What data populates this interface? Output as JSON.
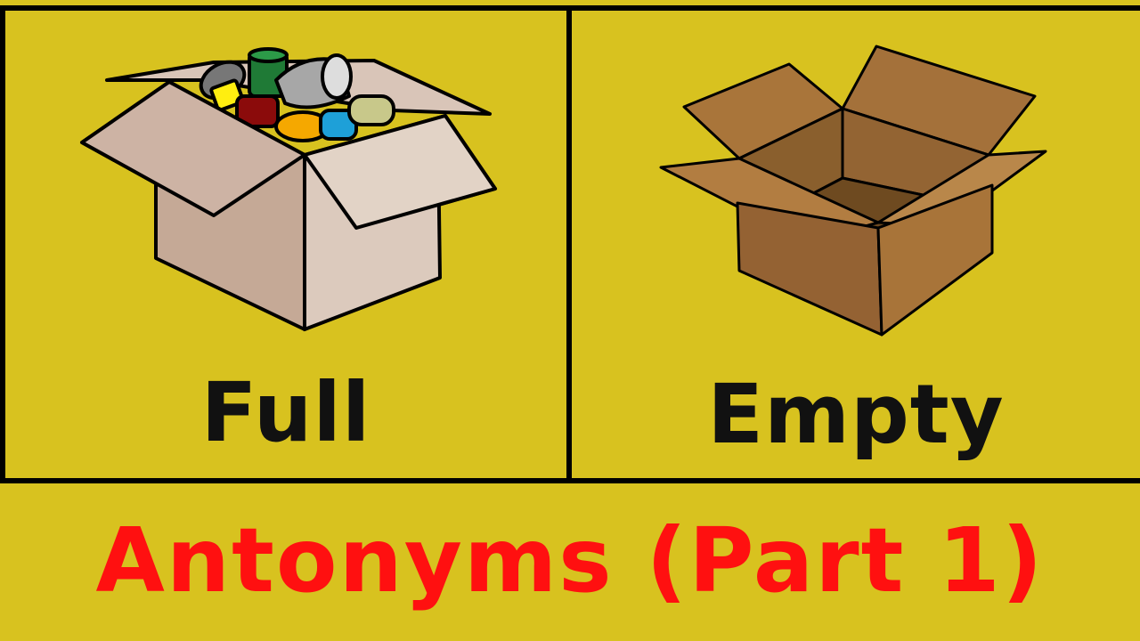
{
  "cards": [
    {
      "word": "Full",
      "image": "full-box-icon"
    },
    {
      "word": "Empty",
      "image": "empty-box-icon"
    }
  ],
  "title": "Antonyms (Part 1)",
  "colors": {
    "background": "#d8c21f",
    "border": "#000000",
    "word": "#111111",
    "title": "#ff1010"
  }
}
